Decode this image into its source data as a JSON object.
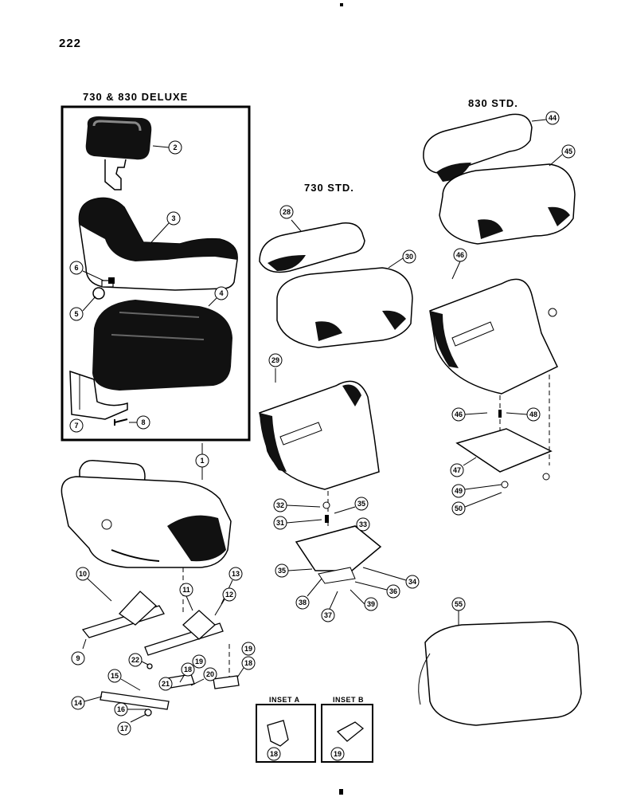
{
  "page_number": "222",
  "sections": {
    "deluxe": "730 & 830 DELUXE",
    "std_730": "730 STD.",
    "std_830": "830 STD."
  },
  "insets": {
    "a": "INSET A",
    "b": "INSET B"
  },
  "callouts": [
    "1",
    "2",
    "3",
    "4",
    "5",
    "6",
    "7",
    "8",
    "9",
    "10",
    "11",
    "12",
    "13",
    "14",
    "15",
    "16",
    "17",
    "18",
    "19",
    "20",
    "21",
    "22",
    "28",
    "29",
    "30",
    "31",
    "32",
    "33",
    "34",
    "35",
    "36",
    "37",
    "38",
    "39",
    "44",
    "45",
    "46",
    "47",
    "48",
    "49",
    "50",
    "55"
  ]
}
